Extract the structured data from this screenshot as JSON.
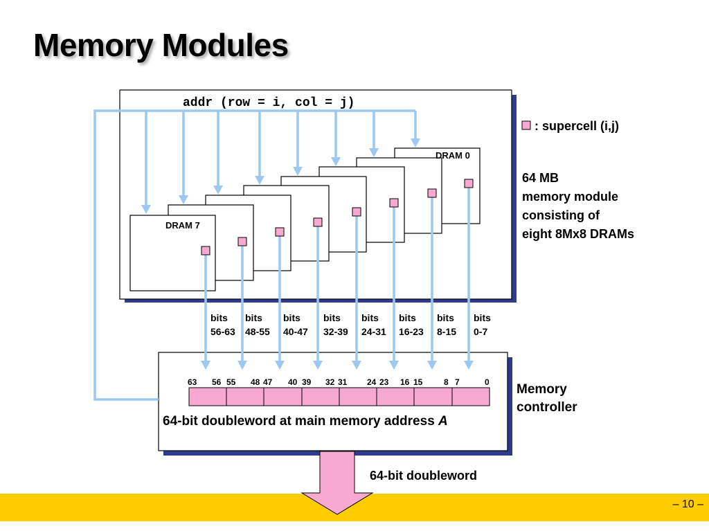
{
  "title": "Memory Modules",
  "addr_label": "addr (row = i, col = j)",
  "legend_label": ": supercell (i,j)",
  "module_desc": [
    "64 MB",
    "memory module",
    "consisting of",
    "eight 8Mx8 DRAMs"
  ],
  "dram_first": "DRAM 0",
  "dram_last": "DRAM 7",
  "bit_groups": [
    {
      "word": "bits",
      "range": "56-63"
    },
    {
      "word": "bits",
      "range": "48-55"
    },
    {
      "word": "bits",
      "range": "40-47"
    },
    {
      "word": "bits",
      "range": "32-39"
    },
    {
      "word": "bits",
      "range": "24-31"
    },
    {
      "word": "bits",
      "range": "16-23"
    },
    {
      "word": "bits",
      "range": "8-15"
    },
    {
      "word": "bits",
      "range": "0-7"
    }
  ],
  "bit_positions": [
    "63",
    "56",
    "55",
    "48",
    "47",
    "40",
    "39",
    "32",
    "31",
    "24",
    "23",
    "16",
    "15",
    "8",
    "7",
    "0"
  ],
  "doubleword_label": "64-bit doubleword at main memory address ",
  "doubleword_var": "A",
  "controller_label": [
    "Memory",
    "controller"
  ],
  "output_label": "64-bit doubleword",
  "page_number": "– 10 –",
  "colors": {
    "bus": "#9cc8f2",
    "supercell": "#f7a9cf",
    "shadow": "#2f3b8f",
    "footer": "#ffcc00"
  }
}
